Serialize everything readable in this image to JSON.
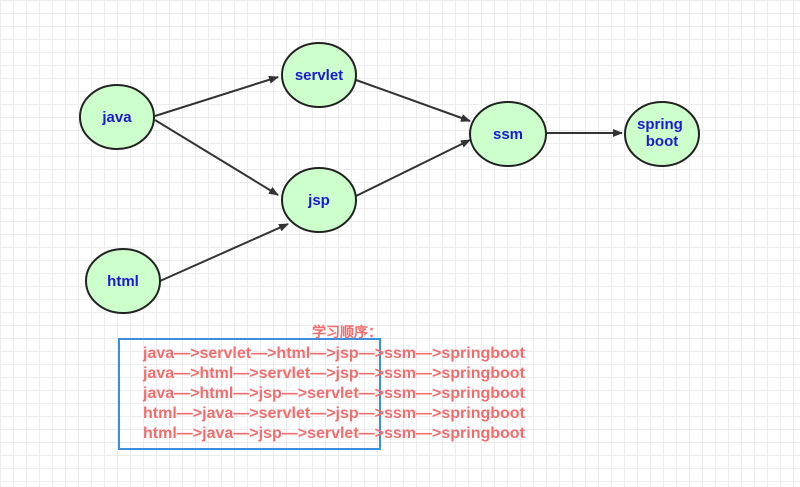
{
  "diagram": {
    "nodes": [
      {
        "id": "java",
        "label": "java"
      },
      {
        "id": "html",
        "label": "html"
      },
      {
        "id": "servlet",
        "label": "servlet"
      },
      {
        "id": "jsp",
        "label": "jsp"
      },
      {
        "id": "ssm",
        "label": "ssm"
      },
      {
        "id": "springboot",
        "label": "spring boot",
        "lines": [
          "spring",
          "boot"
        ]
      }
    ],
    "edges": [
      {
        "from": "java",
        "to": "servlet"
      },
      {
        "from": "java",
        "to": "jsp"
      },
      {
        "from": "html",
        "to": "jsp"
      },
      {
        "from": "servlet",
        "to": "ssm"
      },
      {
        "from": "jsp",
        "to": "ssm"
      },
      {
        "from": "ssm",
        "to": "springboot"
      }
    ],
    "colors": {
      "node_fill": "#ccffcc",
      "node_stroke": "#222222",
      "node_text": "#1a1ad0",
      "edge": "#333333",
      "order_text": "#f26d6d",
      "order_box": "#3d8fde"
    }
  },
  "learning_order": {
    "title": "学习顺序：",
    "paths": [
      "java—>servlet—>html—>jsp—>ssm—>springboot",
      "java—>html—>servlet—>jsp—>ssm—>springboot",
      "java—>html—>jsp—>servlet—>ssm—>springboot",
      "html—>java—>servlet—>jsp—>ssm—>springboot",
      "html—>java—>jsp—>servlet—>ssm—>springboot"
    ]
  }
}
